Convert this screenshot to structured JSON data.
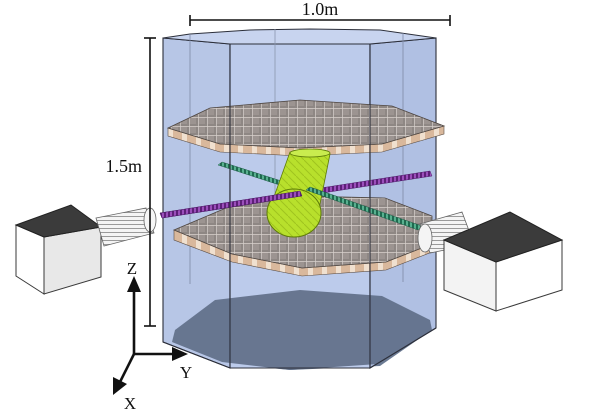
{
  "dimensions": {
    "width_label": "1.0m",
    "height_label": "1.5m"
  },
  "axes": {
    "z_label": "Z",
    "y_label": "Y",
    "x_label": "X"
  },
  "colors": {
    "vessel_glass": "#bccbea",
    "vessel_bottom": "#6d7c94",
    "plate": "#8f8682",
    "plate_edge": "#d8b79a",
    "beam_cylinder": "#b6e22a",
    "purple_rod": "#8a3fa8",
    "green_rod": "#3f9a7c",
    "camera_box": "#f2f2f2",
    "camera_box_top": "#3a3a3a"
  }
}
